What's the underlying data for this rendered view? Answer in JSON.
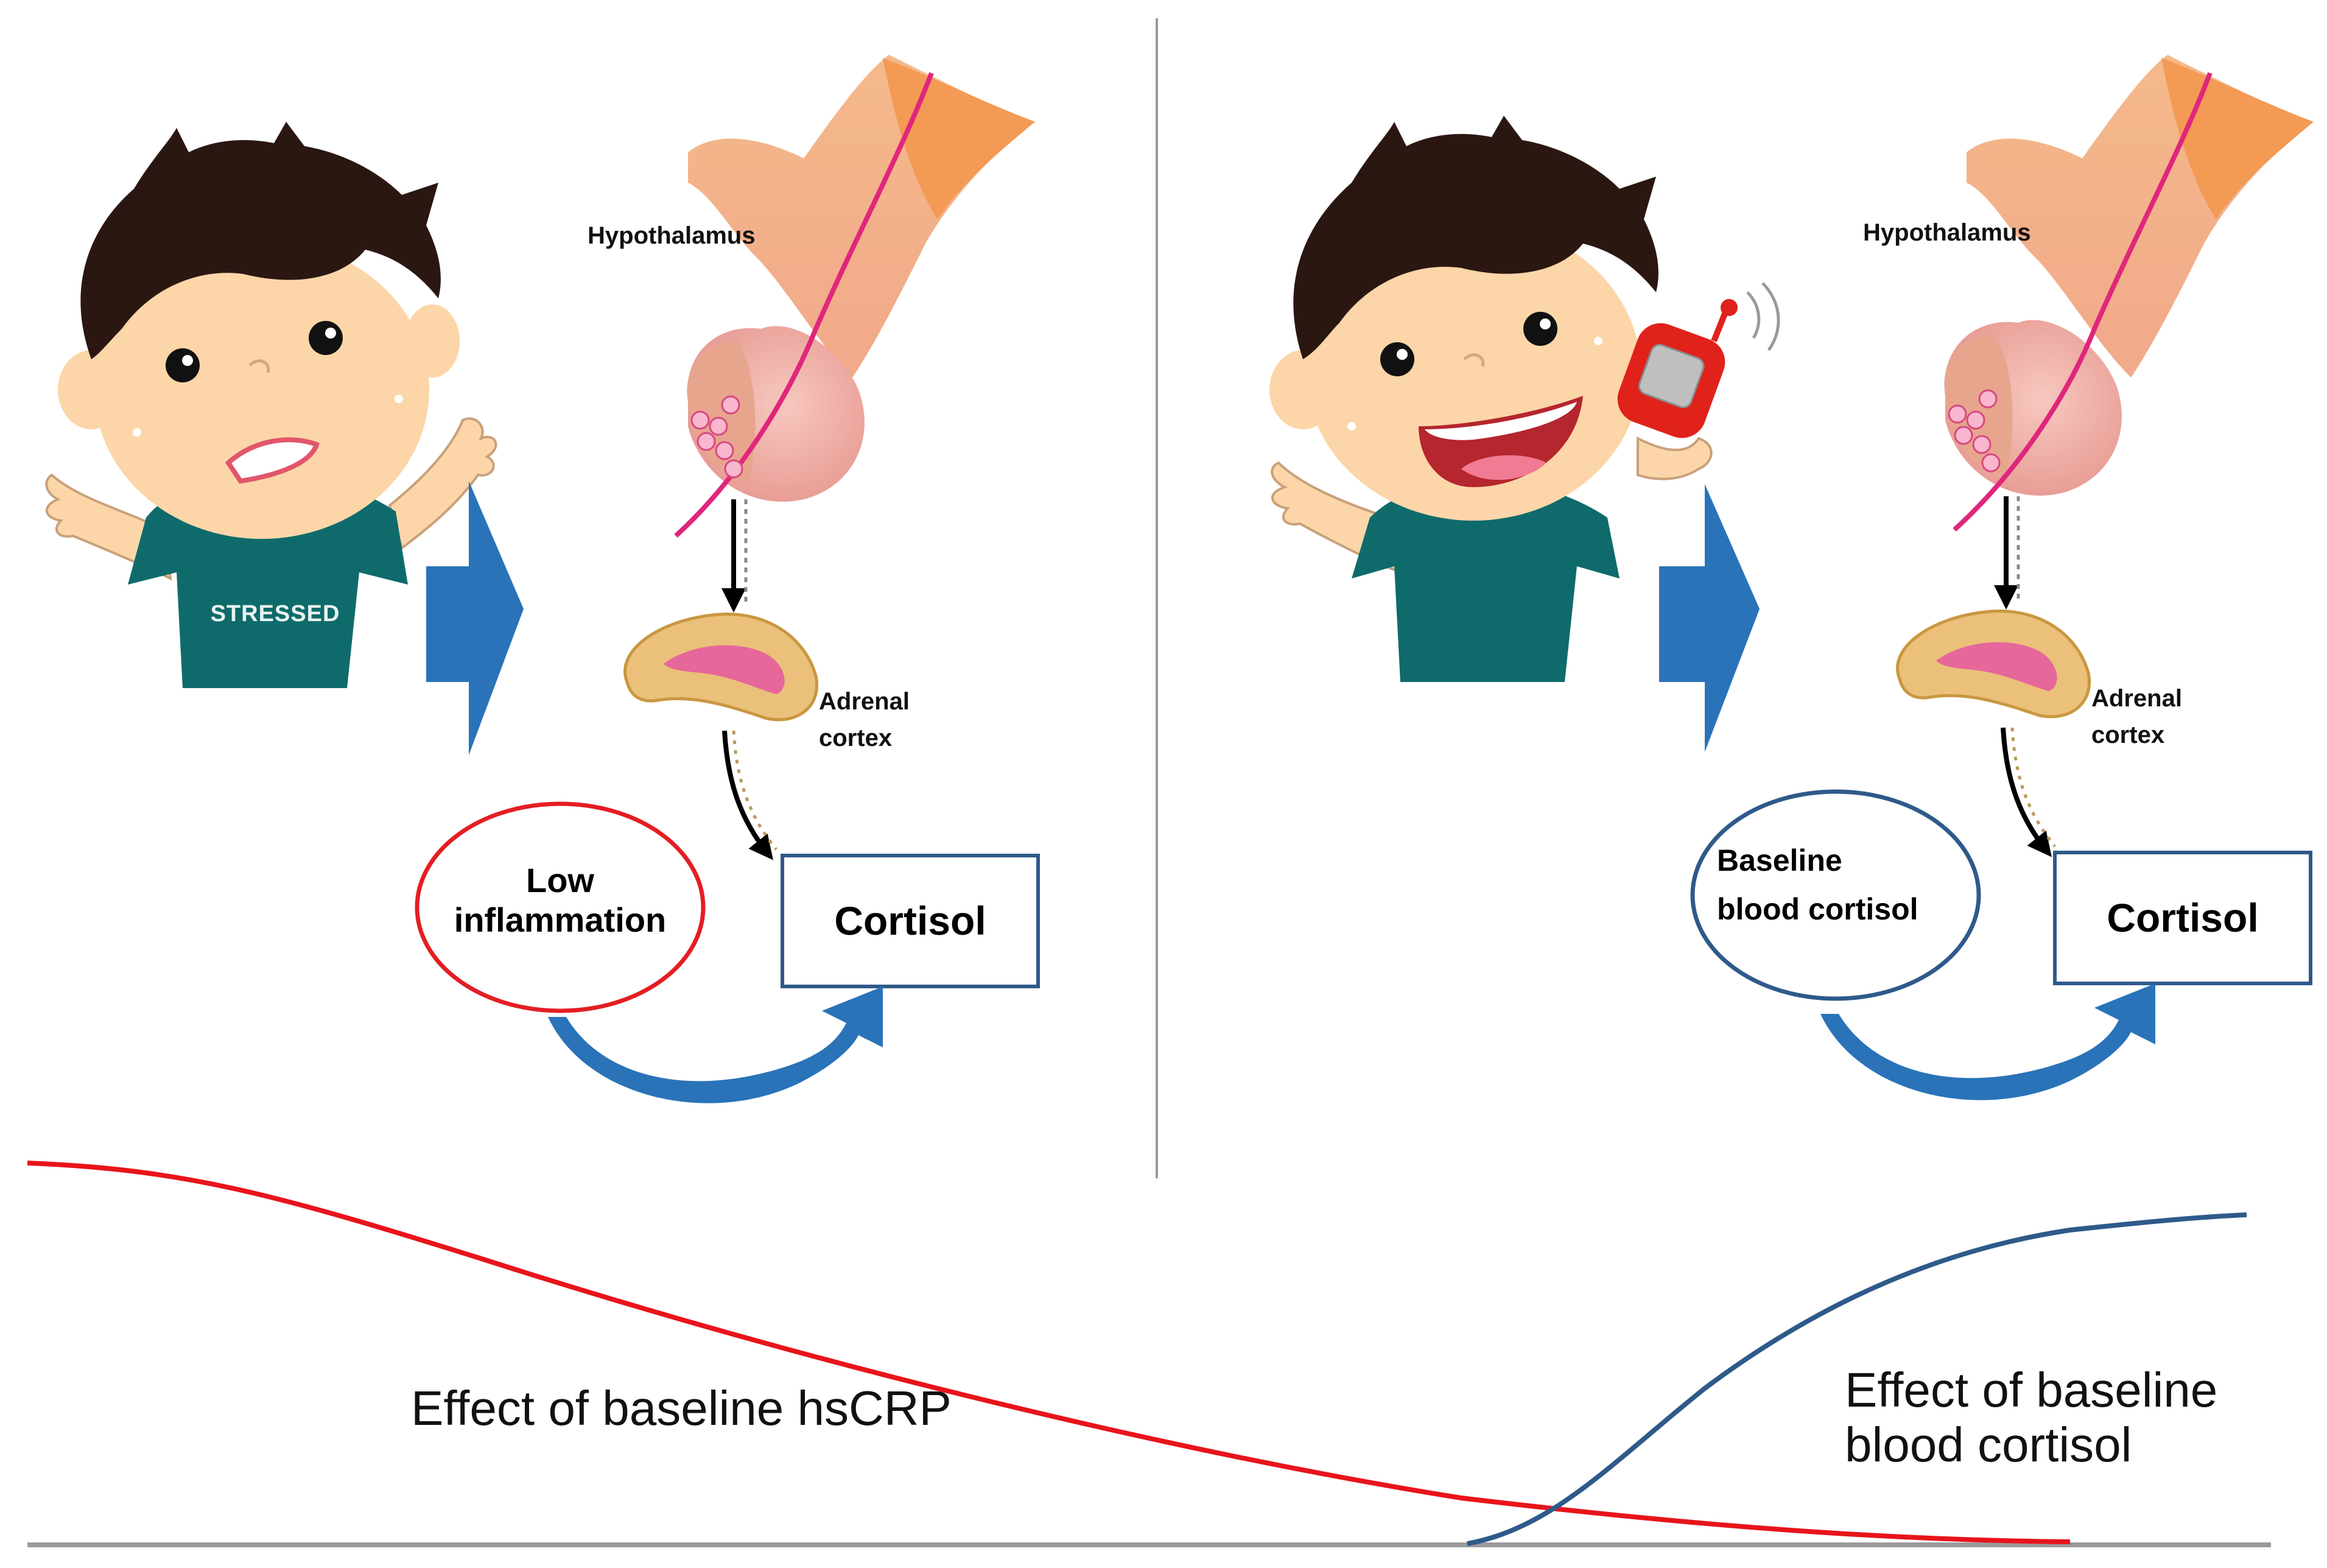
{
  "left_panel": {
    "shirt_text": "STRESSED",
    "hypothalamus_label": "Hypothalamus",
    "adrenal_label_line1": "Adrenal",
    "adrenal_label_line2": "cortex",
    "oval_line1": "Low",
    "oval_line2": "inflammation",
    "box_label": "Cortisol",
    "oval_color": "#e31e24"
  },
  "right_panel": {
    "hypothalamus_label": "Hypothalamus",
    "adrenal_label_line1": "Adrenal",
    "adrenal_label_line2": "cortex",
    "oval_line1": "Baseline",
    "oval_line2": "blood cortisol",
    "box_label": "Cortisol",
    "oval_color": "#2e5a8a"
  },
  "bottom": {
    "hscrp_label": "Effect of baseline hsCRP",
    "cortisol_effect_line1": "Effect of baseline",
    "cortisol_effect_line2": "blood cortisol",
    "hscrp_color": "#e8141b",
    "cortisol_color": "#2e5a8a"
  },
  "colors": {
    "arrow_blue": "#2a73b8",
    "shirt": "#0f6b6b",
    "skin": "#fcd6a8",
    "hair": "#2b1712",
    "phone": "#e0221b"
  }
}
